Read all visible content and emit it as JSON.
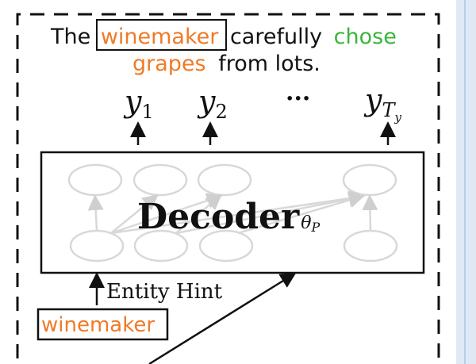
{
  "sentence": {
    "w1": "The",
    "w2": "winemaker",
    "w3": "carefully",
    "w4": "chose",
    "w5": "grapes",
    "w6": "from lots."
  },
  "outputs": {
    "y": "y",
    "sub1": "1",
    "sub2": "2",
    "dots": "···",
    "subT": "T",
    "subTy": "y"
  },
  "decoder": {
    "label": "Decoder",
    "param_theta": "θ",
    "param_p": "P"
  },
  "hint": {
    "label": "Entity Hint",
    "entity": "winemaker"
  },
  "colors": {
    "orange": "#f07a26",
    "green": "#3ab53a",
    "node_gray": "#d8d8d8",
    "ink": "#111111"
  }
}
